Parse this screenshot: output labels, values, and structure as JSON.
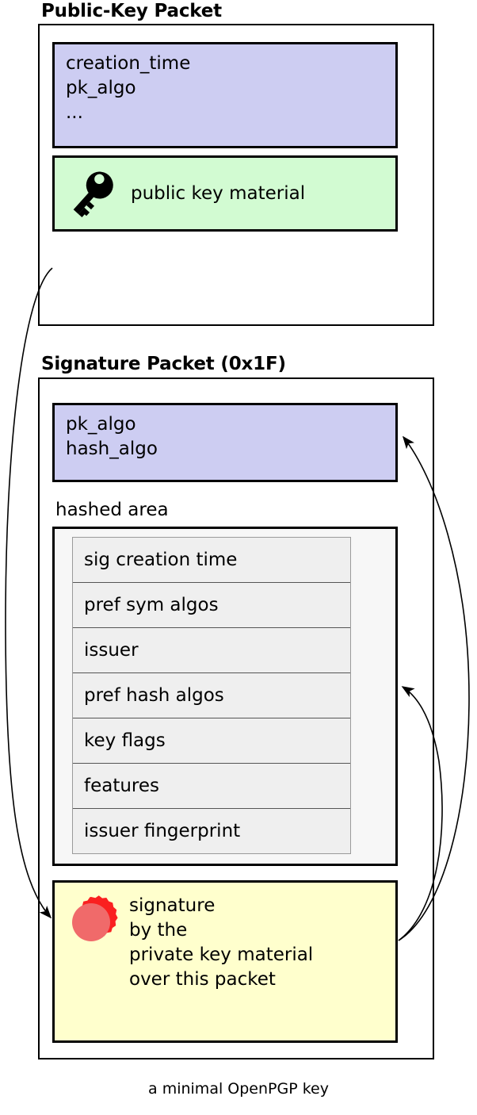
{
  "caption": "a minimal OpenPGP key",
  "colors": {
    "header_fill": "#cdcdf2",
    "key_material_fill": "#d2fbd2",
    "signature_fill": "#ffffcd",
    "hashed_area_fill": "#f7f7f7",
    "hashed_item_fill": "#efefef",
    "seal_outer": "#fa2020",
    "seal_inner": "#f06a6a",
    "stroke": "#000000"
  },
  "packets": {
    "public_key": {
      "title": "Public-Key Packet",
      "header_fields": [
        "creation_time",
        "pk_algo",
        "..."
      ],
      "material": {
        "icon": "key-icon",
        "label": "public key material"
      }
    },
    "signature": {
      "title": "Signature Packet (0x1F)",
      "header_fields": [
        "pk_algo",
        "hash_algo"
      ],
      "hashed_area": {
        "label": "hashed area",
        "items": [
          "sig creation time",
          "pref sym algos",
          "issuer",
          "pref hash algos",
          "key flags",
          "features",
          "issuer fingerprint"
        ]
      },
      "signature_block": {
        "icon": "wax-seal-icon",
        "lines": [
          "signature",
          "by the",
          "private key material",
          "over this packet"
        ]
      }
    }
  },
  "arrows": [
    {
      "name": "arrow-public-key-to-signature",
      "from": "public-key-packet",
      "to": "signature-block"
    },
    {
      "name": "arrow-signature-to-sig-header",
      "from": "signature-block",
      "to": "signature-header-box"
    },
    {
      "name": "arrow-signature-to-hashed-area",
      "from": "signature-block",
      "to": "hashed-area-box"
    }
  ]
}
